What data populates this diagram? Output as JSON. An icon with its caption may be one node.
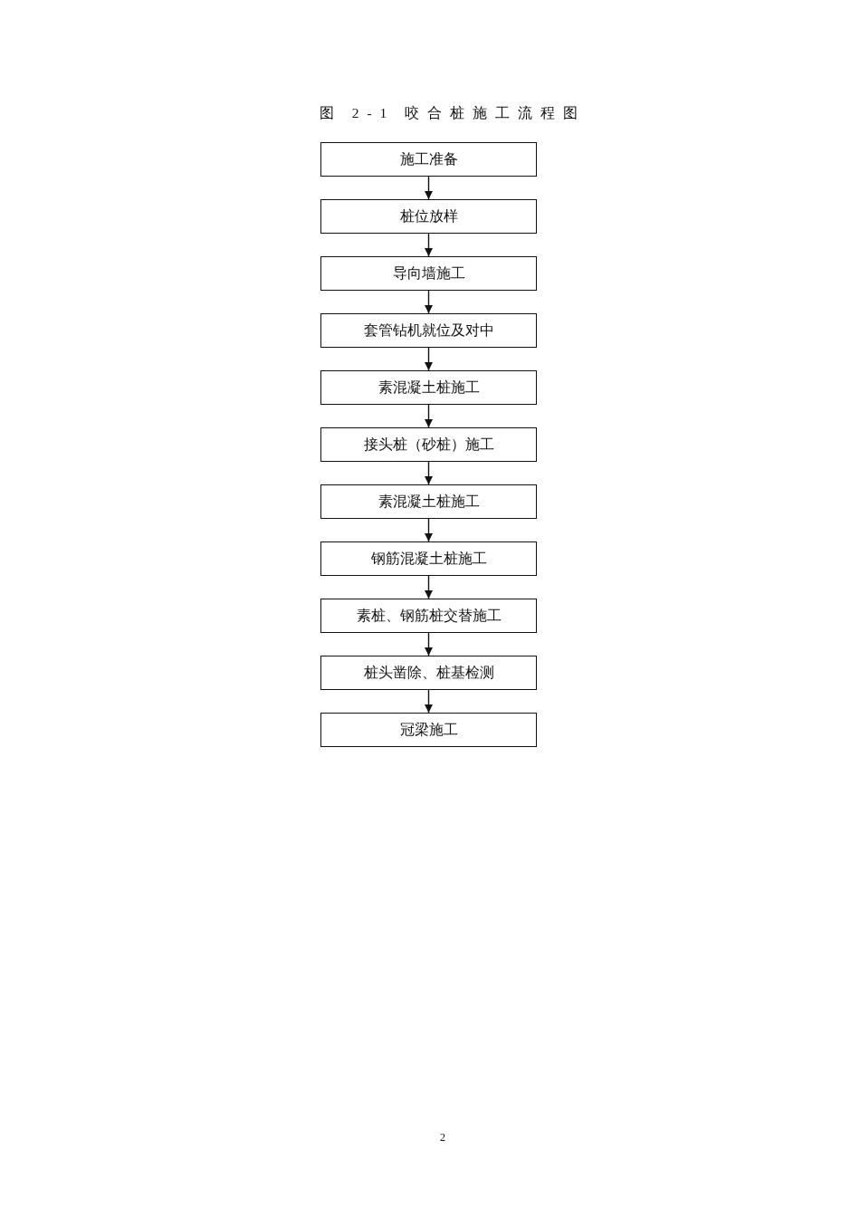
{
  "diagram": {
    "title": "图 2-1 咬合桩施工流程图",
    "nodes": [
      {
        "text": [
          "施工准备"
        ]
      },
      {
        "text": [
          "桩位放样"
        ]
      },
      {
        "text": [
          "导向墙施工"
        ]
      },
      {
        "text": [
          "套管钻机就位及对中"
        ]
      },
      {
        "text": [
          "素混凝土桩施工"
        ]
      },
      {
        "text": [
          "接头桩（砂桩）施工"
        ]
      },
      {
        "text": [
          "素混凝土桩施工"
        ]
      },
      {
        "text": [
          "钢筋混凝土桩施工"
        ]
      },
      {
        "text": [
          "素桩、钢筋桩交替施工"
        ]
      },
      {
        "text": [
          "桩头凿除、桩基检测"
        ]
      },
      {
        "text": [
          "冠梁施工"
        ]
      }
    ],
    "edges": [
      {
        "from": 0,
        "to": 1,
        "arrow": "to"
      },
      {
        "from": 1,
        "to": 2,
        "arrow": "to"
      },
      {
        "from": 2,
        "to": 3,
        "arrow": "to"
      },
      {
        "from": 3,
        "to": 4,
        "arrow": "to"
      },
      {
        "from": 4,
        "to": 5,
        "arrow": "to"
      },
      {
        "from": 5,
        "to": 6,
        "arrow": "to"
      },
      {
        "from": 6,
        "to": 7,
        "arrow": "to"
      },
      {
        "from": 7,
        "to": 8,
        "arrow": "to"
      },
      {
        "from": 8,
        "to": 9,
        "arrow": "to"
      },
      {
        "from": 9,
        "to": 10,
        "arrow": "to"
      }
    ],
    "labels": [
      "2"
    ]
  }
}
